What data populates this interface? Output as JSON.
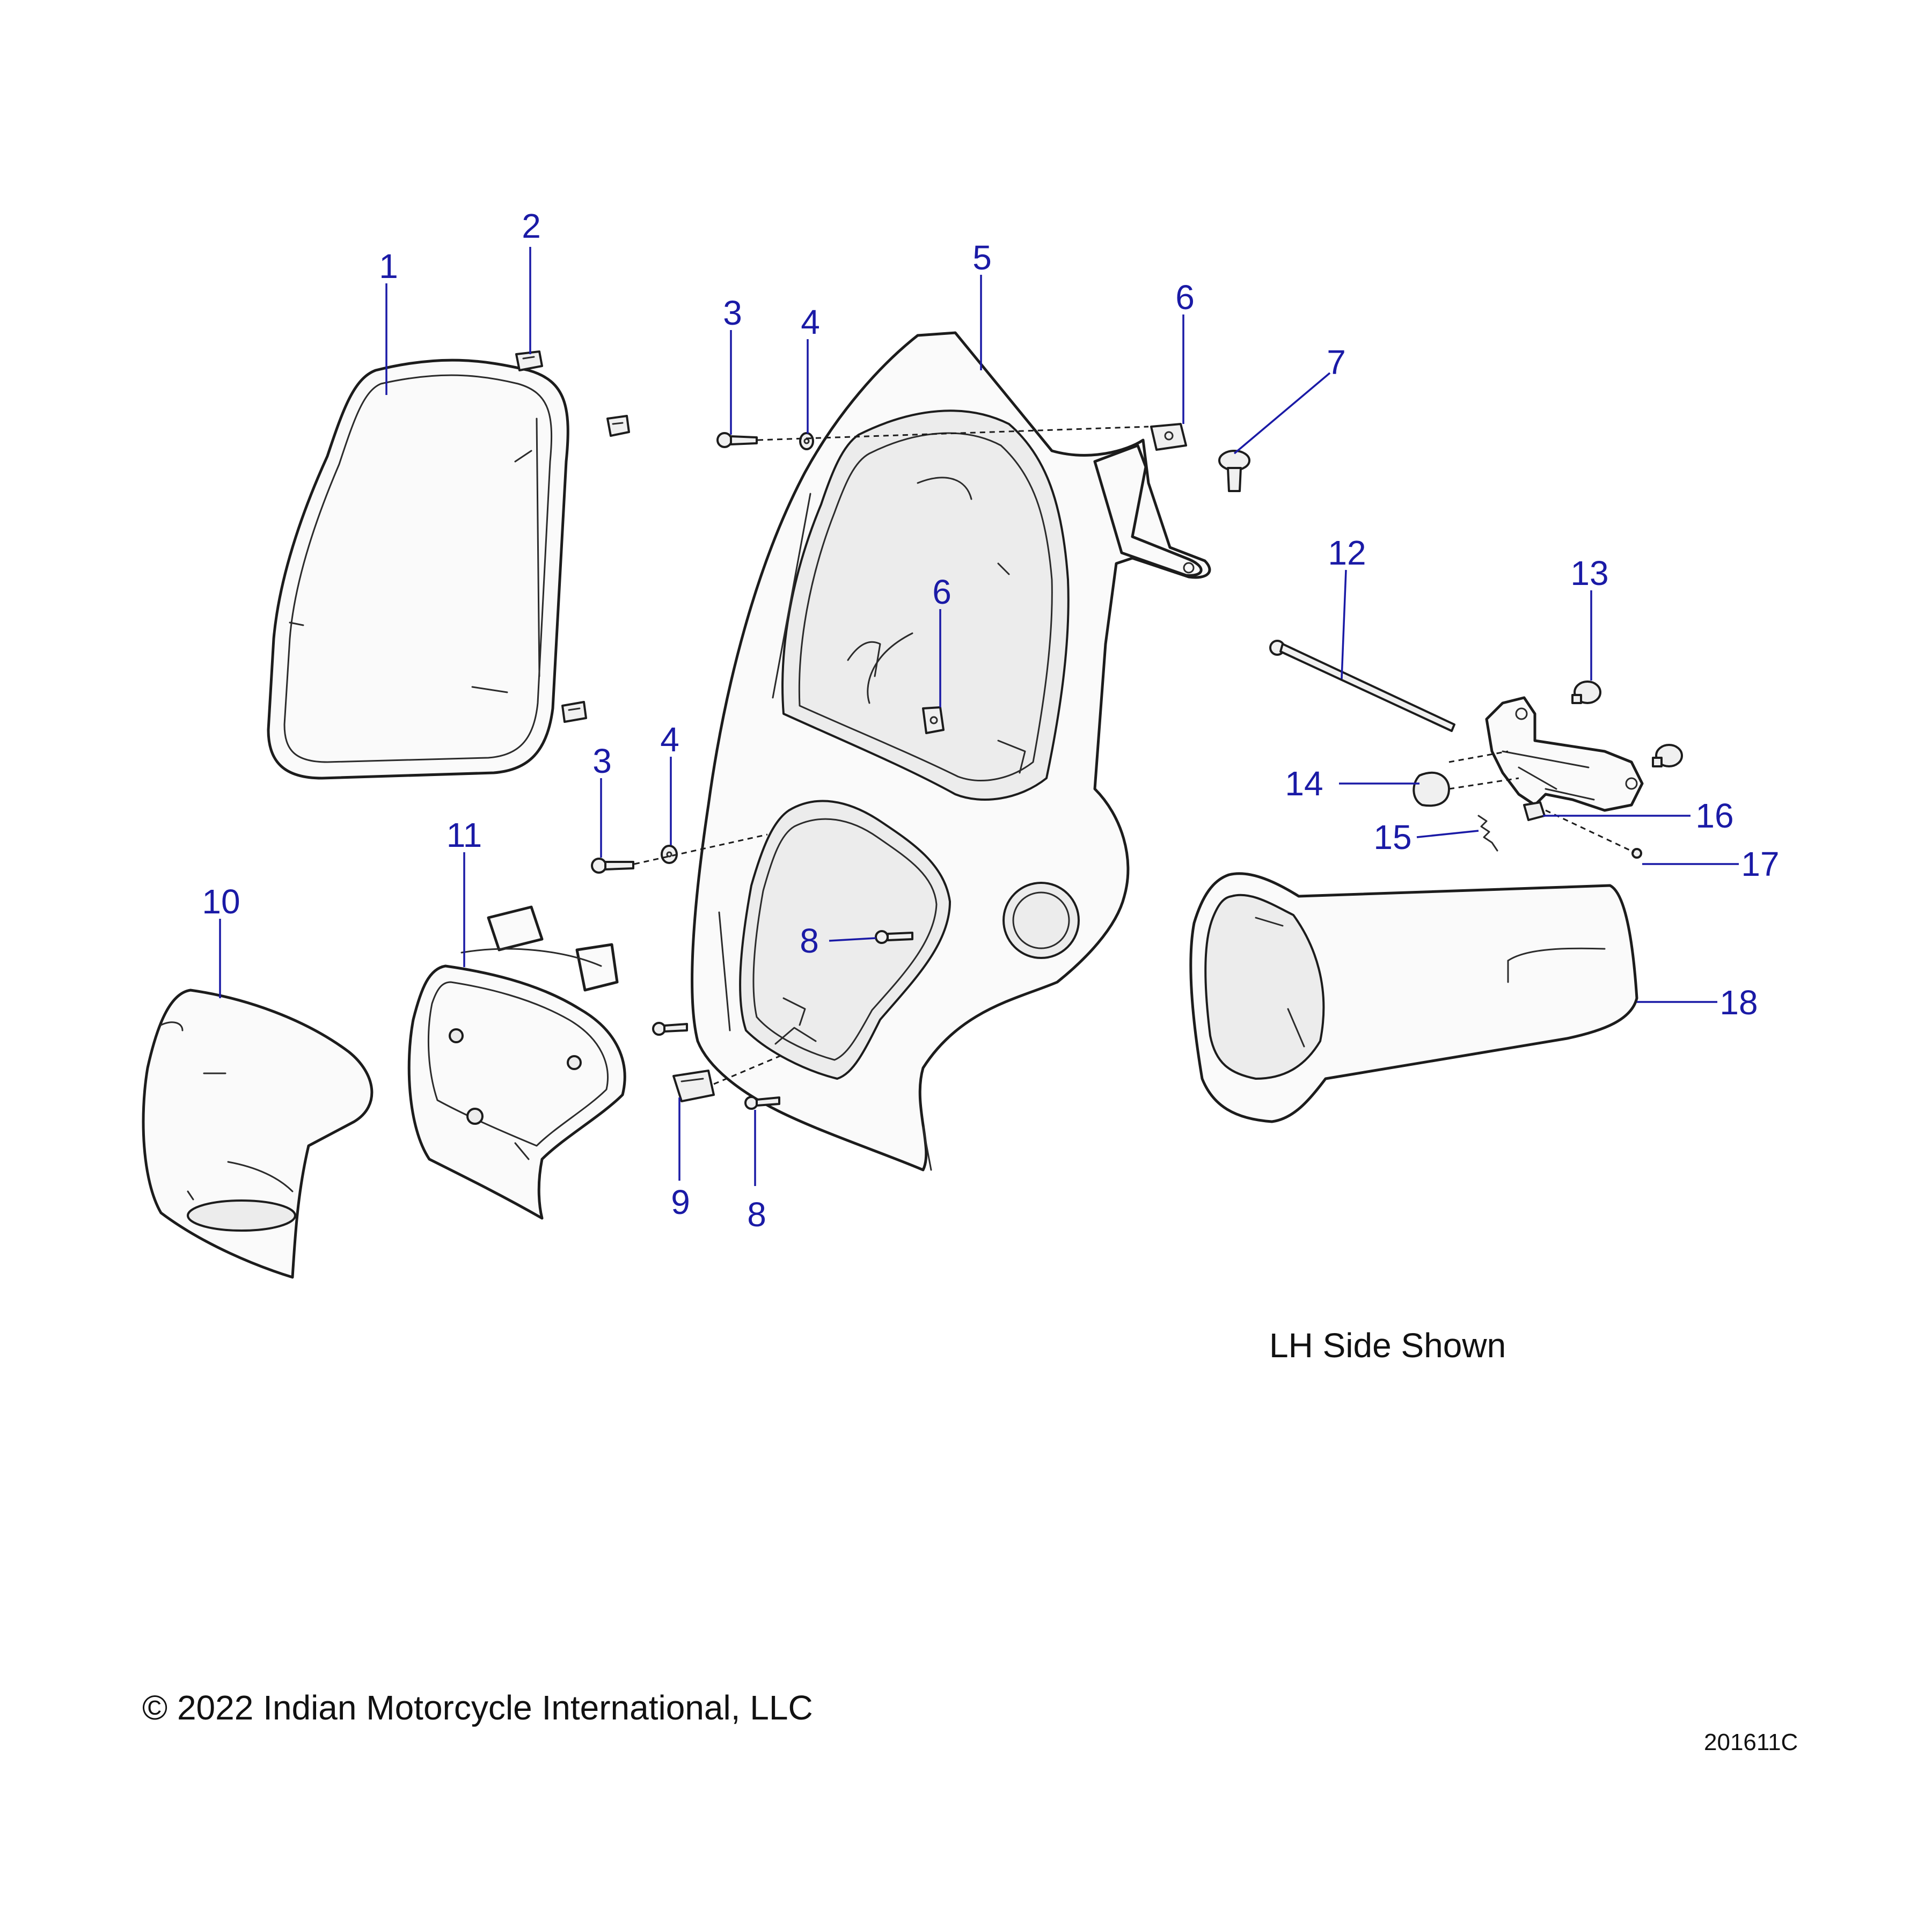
{
  "diagram": {
    "callouts": [
      {
        "id": "callout-1",
        "label": "1"
      },
      {
        "id": "callout-2",
        "label": "2"
      },
      {
        "id": "callout-3-upper",
        "label": "3"
      },
      {
        "id": "callout-4-upper",
        "label": "4"
      },
      {
        "id": "callout-5",
        "label": "5"
      },
      {
        "id": "callout-6-upper",
        "label": "6"
      },
      {
        "id": "callout-7",
        "label": "7"
      },
      {
        "id": "callout-6-lower",
        "label": "6"
      },
      {
        "id": "callout-12",
        "label": "12"
      },
      {
        "id": "callout-13",
        "label": "13"
      },
      {
        "id": "callout-3-lower",
        "label": "3"
      },
      {
        "id": "callout-4-lower",
        "label": "4"
      },
      {
        "id": "callout-14",
        "label": "14"
      },
      {
        "id": "callout-16",
        "label": "16"
      },
      {
        "id": "callout-15",
        "label": "15"
      },
      {
        "id": "callout-11",
        "label": "11"
      },
      {
        "id": "callout-17",
        "label": "17"
      },
      {
        "id": "callout-10",
        "label": "10"
      },
      {
        "id": "callout-8-upper",
        "label": "8"
      },
      {
        "id": "callout-18",
        "label": "18"
      },
      {
        "id": "callout-9",
        "label": "9"
      },
      {
        "id": "callout-8-lower",
        "label": "8"
      }
    ]
  },
  "notes": {
    "view": "LH Side Shown",
    "copyright": "© 2022 Indian Motorcycle International, LLC",
    "drawing_number": "201611C"
  },
  "colors": {
    "callout": "#1a1aa6",
    "linework": "#1c1c1c",
    "background": "#ffffff"
  }
}
